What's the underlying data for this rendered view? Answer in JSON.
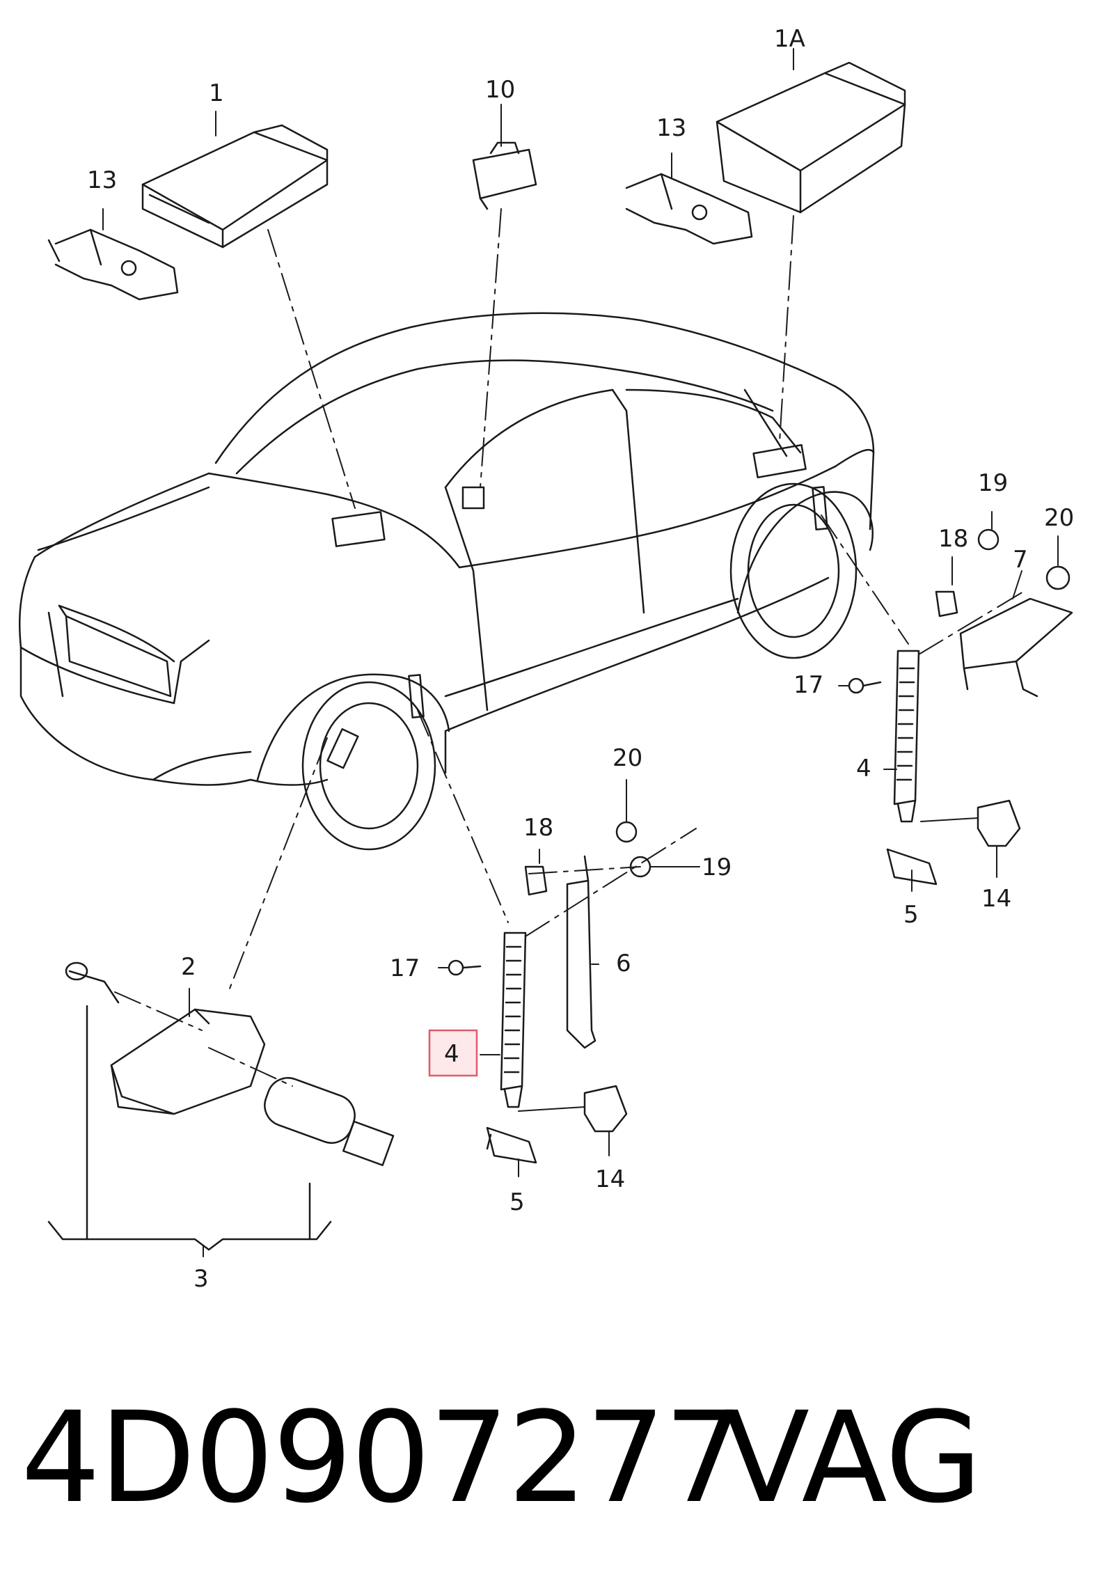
{
  "callouts": {
    "c1": "1",
    "c1A": "1A",
    "c2": "2",
    "c3": "3",
    "c4_top": "4",
    "c4_sel": "4",
    "c5_right": "5",
    "c5_left": "5",
    "c6": "6",
    "c7": "7",
    "c10": "10",
    "c13_left": "13",
    "c13_right": "13",
    "c14_right": "14",
    "c14_left": "14",
    "c17_right": "17",
    "c17_left": "17",
    "c18_right": "18",
    "c18_left": "18",
    "c19_right": "19",
    "c19_left": "19",
    "c20_right": "20",
    "c20_left": "20"
  },
  "footer": {
    "part_number": "4D0907277",
    "brand": "VAG"
  },
  "colors": {
    "line": "#1a1a1a",
    "highlight_border": "#e05a6a",
    "highlight_fill": "#fde8ea"
  }
}
